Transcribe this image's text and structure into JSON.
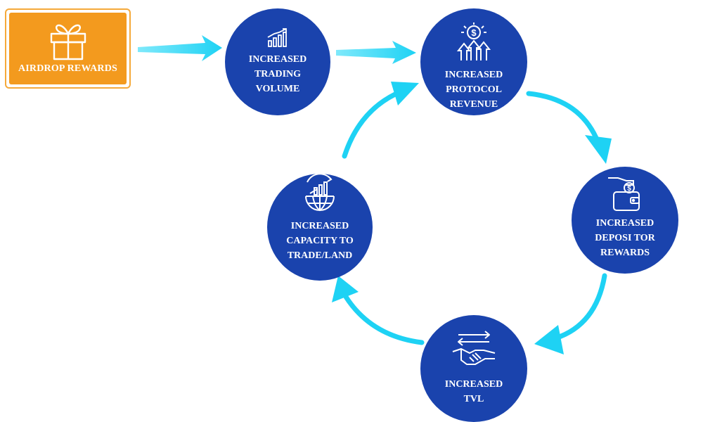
{
  "diagram": {
    "start": {
      "label": "AIRDROP REWARDS",
      "icon": "gift-icon",
      "color": "#f39a1e"
    },
    "nodes": [
      {
        "id": "volume",
        "label": "INCREASED\nTRADING\nVOLUME",
        "icon": "bar-chart-rising-icon"
      },
      {
        "id": "revenue",
        "label": "INCREASED\nPROTOCOL\nREVENUE",
        "icon": "dollar-coin-arrows-up-icon"
      },
      {
        "id": "rewards",
        "label": "INCREASED\nDEPOSI TOR\nREWARDS",
        "icon": "hand-coin-wallet-icon"
      },
      {
        "id": "tvl",
        "label": "INCREASED\nTVL",
        "icon": "handshake-arrows-icon"
      },
      {
        "id": "capacity",
        "label": "INCREASED\nCAPACITY TO\nTRADE/LAND",
        "icon": "globe-growth-chart-icon"
      }
    ],
    "node_color": "#1a43ad",
    "arrow_color": "#1ed2f4"
  }
}
